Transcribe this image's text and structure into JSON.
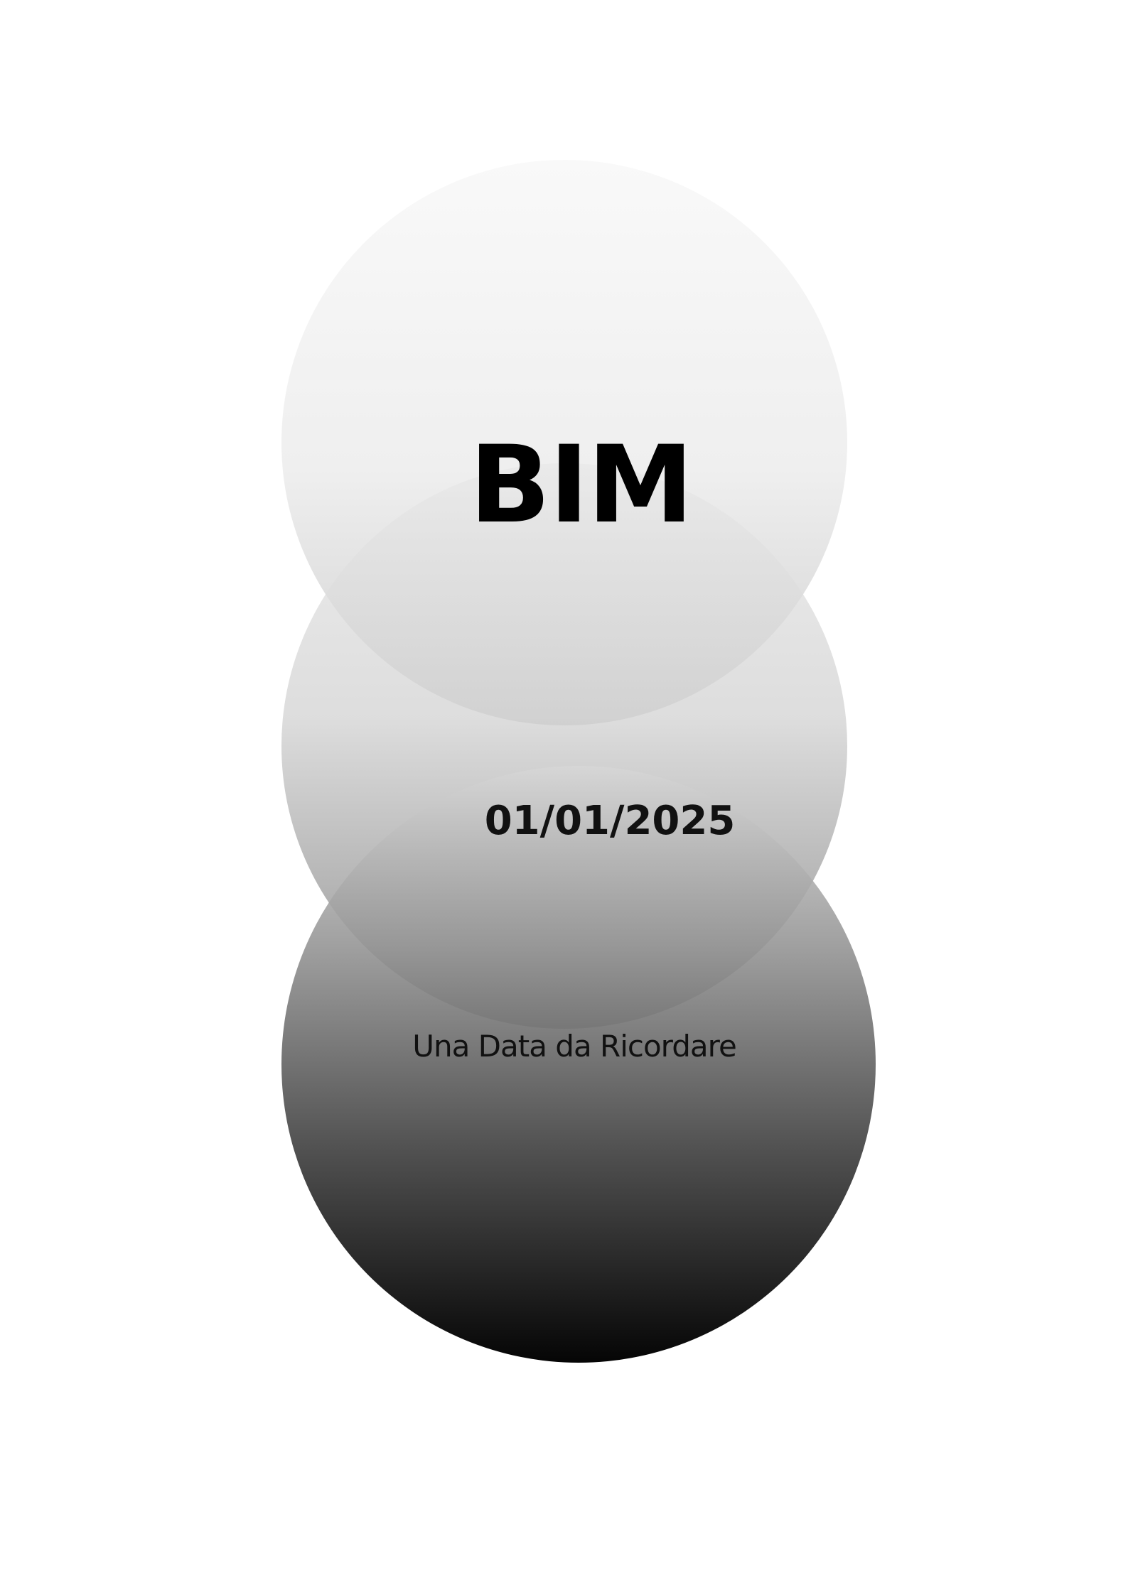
{
  "poster": {
    "title": "BIM",
    "date": "01/01/2025",
    "subtitle": "Una  Data da Ricordare"
  },
  "colors": {
    "background": "#ffffff",
    "text": "#000000",
    "gradient_light": "#f8f8f8",
    "gradient_dark": "#050505"
  }
}
